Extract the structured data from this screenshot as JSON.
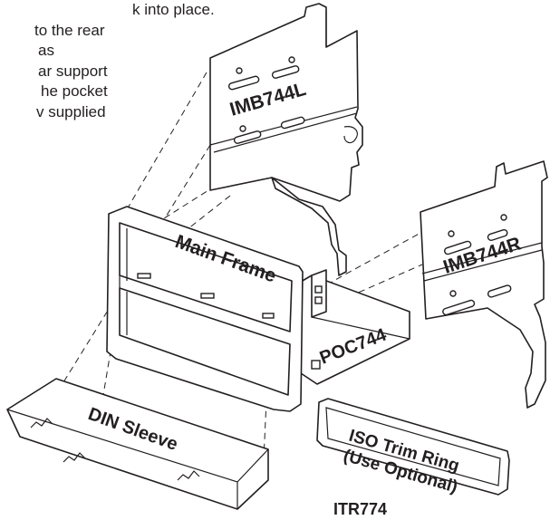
{
  "instructions": {
    "lines": [
      "k into place.",
      "to the rear",
      "as",
      "ar support",
      "he pocket",
      "v supplied"
    ]
  },
  "labels": {
    "imb744l": "IMB744L",
    "imb744r": "IMB744R",
    "main_frame": "Main Frame",
    "poc744": "POC744",
    "din_sleeve": "DIN Sleeve",
    "iso_trim_ring_line1": "ISO Trim Ring",
    "iso_trim_ring_line2": "(Use Optional)",
    "itr774": "ITR774"
  }
}
